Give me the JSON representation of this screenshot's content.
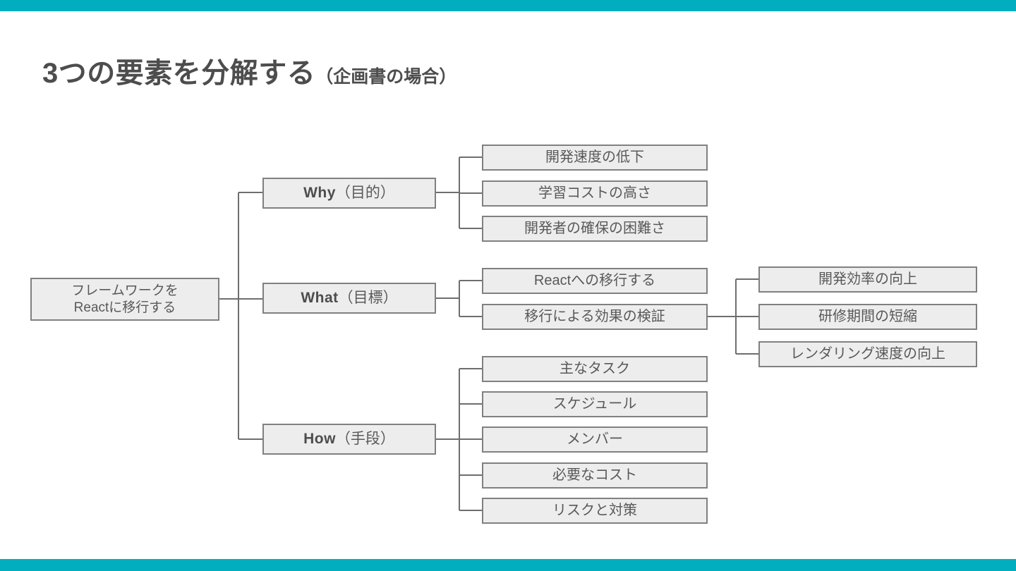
{
  "theme": {
    "accent_color": "#00aec0",
    "node_fill": "#ededed",
    "node_border": "#808080",
    "text_color": "#595959",
    "title_color": "#4d4d4d"
  },
  "slide": {
    "title_main": "3つの要素を分解する",
    "title_sub": "（企画書の場合）"
  },
  "tree": {
    "root": {
      "label": "フレームワークを\nReactに移行する"
    },
    "branches": [
      {
        "en": "Why",
        "jp": "（目的）",
        "children": [
          {
            "label": "開発速度の低下"
          },
          {
            "label": "学習コストの高さ"
          },
          {
            "label": "開発者の確保の困難さ"
          }
        ]
      },
      {
        "en": "What",
        "jp": "（目標）",
        "children": [
          {
            "label": "Reactへの移行する"
          },
          {
            "label": "移行による効果の検証",
            "children": [
              {
                "label": "開発効率の向上"
              },
              {
                "label": "研修期間の短縮"
              },
              {
                "label": "レンダリング速度の向上"
              }
            ]
          }
        ]
      },
      {
        "en": "How",
        "jp": "（手段）",
        "children": [
          {
            "label": "主なタスク"
          },
          {
            "label": "スケジュール"
          },
          {
            "label": "メンバー"
          },
          {
            "label": "必要なコスト"
          },
          {
            "label": "リスクと対策"
          }
        ]
      }
    ]
  }
}
